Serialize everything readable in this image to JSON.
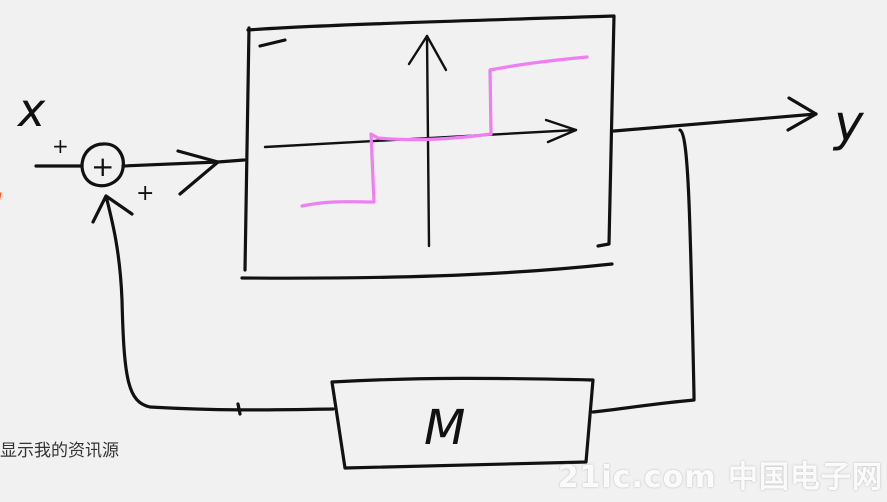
{
  "diagram": {
    "labels": {
      "input": "x",
      "output": "y",
      "feedback_block": "M",
      "sum_symbol": "+",
      "sign_input": "+",
      "sign_feedback": "+"
    },
    "colors": {
      "ink": "#111111",
      "curve": "#f07ef2",
      "side_mark": "#ff5a1f",
      "background": "#f1f1f1"
    }
  },
  "caption": "显示我的资讯源",
  "watermark": "21ic.com 中国电子网"
}
